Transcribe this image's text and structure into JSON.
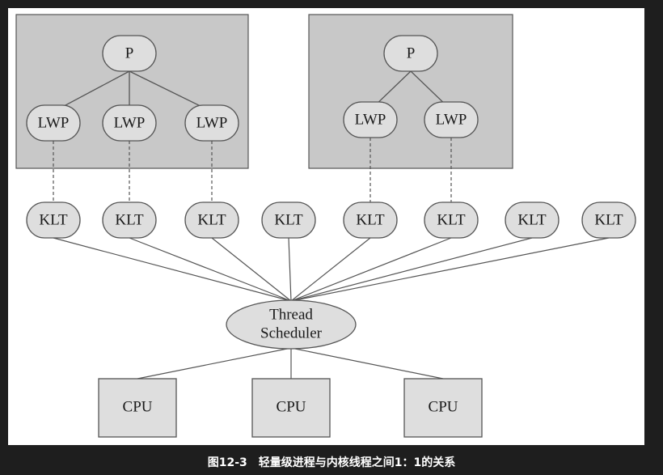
{
  "diagram": {
    "process_label": "P",
    "lwp_label": "LWP",
    "klt_label": "KLT",
    "scheduler_line1": "Thread",
    "scheduler_line2": "Scheduler",
    "cpu_label": "CPU",
    "caption": "图12-3　轻量级进程与内核线程之间1：1的关系"
  },
  "colors": {
    "page_background": "#1e1e1e",
    "canvas": "#ffffff",
    "process_box": "#c8c8c8",
    "node_fill": "#dedede",
    "stroke": "#555555"
  }
}
